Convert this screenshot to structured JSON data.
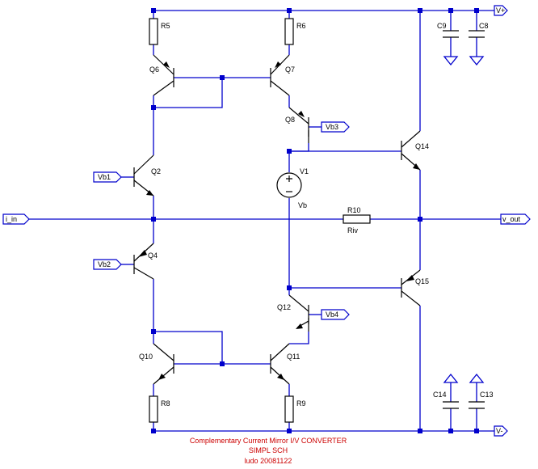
{
  "title": {
    "line1": "Complementary Current Mirror  I/V CONVERTER",
    "line2": "SIMPL SCH",
    "line3": "ludo 20081122"
  },
  "ports": {
    "vplus": "V+",
    "vminus": "V-",
    "iin": "i_in",
    "vout": "v_out",
    "vb1": "Vb1",
    "vb2": "Vb2",
    "vb3": "Vb3",
    "vb4": "Vb4"
  },
  "resistors": {
    "r5": "R5",
    "r6": "R6",
    "r8": "R8",
    "r9": "R9",
    "r10": "R10",
    "r10_value": "Riv"
  },
  "capacitors": {
    "c8": "C8",
    "c9": "C9",
    "c13": "C13",
    "c14": "C14"
  },
  "transistors": {
    "q1": "Q2",
    "q4": "Q4",
    "q6": "Q6",
    "q7": "Q7",
    "q8": "Q8",
    "q10": "Q10",
    "q11": "Q11",
    "q12": "Q12",
    "q14": "Q14",
    "q15": "Q15"
  },
  "source": {
    "name": "V1",
    "value": "Vb"
  },
  "colors": {
    "wire": "#0000cc",
    "component": "#000000",
    "title": "#cc0000"
  }
}
